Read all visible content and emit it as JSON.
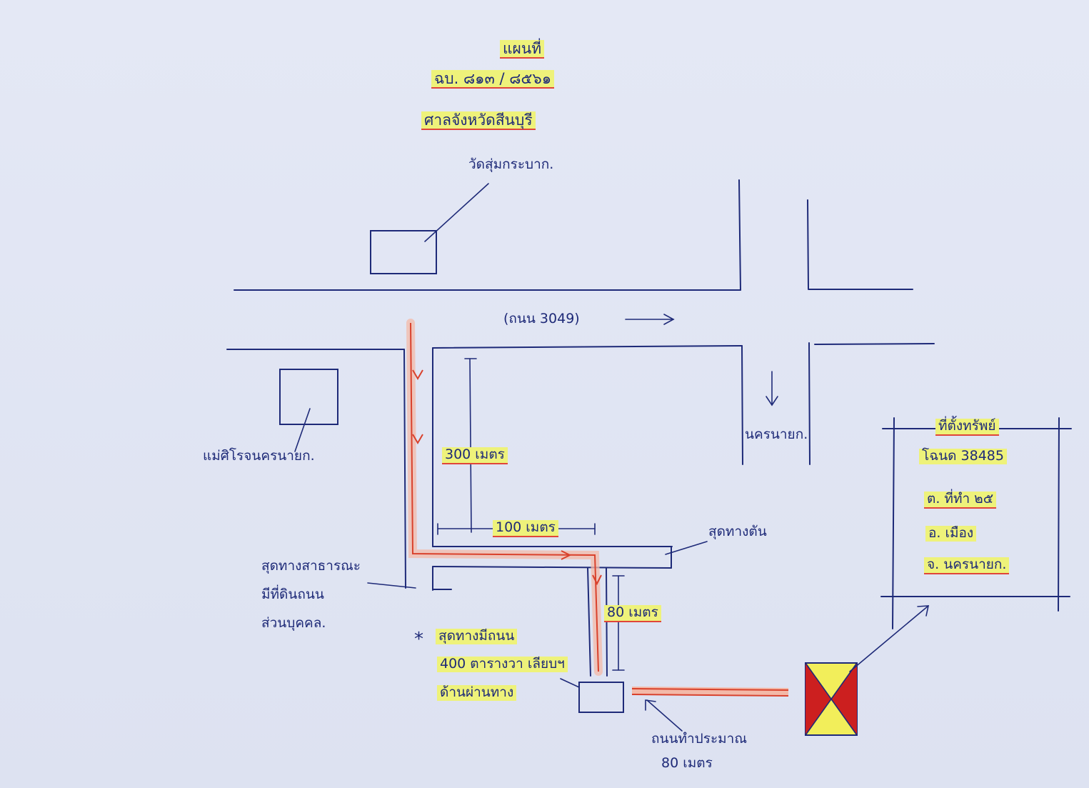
{
  "header": {
    "title": "แผนที่",
    "deed": "ฉบ. ๘๑๓ / ๘๕๖๑",
    "province": "ศาลจังหวัดสีนบุรี"
  },
  "landmarks": {
    "temple": "วัดสุ่มกระบาก.",
    "school": "แม่ศิโรจนครนายก.",
    "road_label": "(ถนน 3049)",
    "to_town": "นครนายก.",
    "alley_end": "สุดทางตัน",
    "public_land": [
      "สุดทางสาธารณะ",
      "มีที่ดินถนน",
      "ส่วนบุคคล."
    ]
  },
  "distances": {
    "d300": "300 เมตร",
    "d100": "100 เมตร",
    "d80": "80 เมตร",
    "dirt_road": [
      "ถนนทำประมาณ",
      "80 เมตร"
    ]
  },
  "note": [
    "สุดทางมีถนน",
    "400 ตารางวา เลียบฯ",
    "ด้านผ่านทาง"
  ],
  "property": {
    "title": "ที่ตั้งทรัพย์",
    "deed_no": "โฉนด 38485",
    "tambon": "ต. ที่ทำ ๒๕",
    "amphoe": "อ. เมือง",
    "changwat": "จ. นครนายก."
  },
  "colors": {
    "ink": "#1e2a78",
    "route": "#d9412c",
    "highlight": "#eef27a",
    "marker_red": "#cc1f1f",
    "marker_yellow": "#f2ee5a"
  }
}
